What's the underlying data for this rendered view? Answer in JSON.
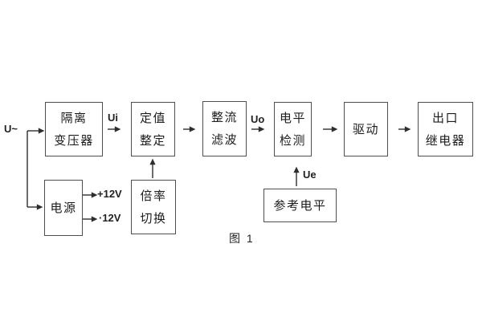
{
  "figure": {
    "caption": "图 1",
    "input_label": "U~",
    "signals": {
      "ui": "Ui",
      "uo": "Uo",
      "ue": "Ue",
      "rail_pos": "+12V",
      "rail_neg": "·12V"
    },
    "blocks": [
      {
        "name": "isolation-transformer",
        "lines": [
          "隔离",
          "变压器"
        ]
      },
      {
        "name": "setpoint-adjustment",
        "lines": [
          "定值",
          "整定"
        ]
      },
      {
        "name": "rectifier-filter",
        "lines": [
          "整流",
          "滤波"
        ]
      },
      {
        "name": "level-detection",
        "lines": [
          "电平",
          "检测"
        ]
      },
      {
        "name": "driver",
        "lines": [
          "驱动"
        ]
      },
      {
        "name": "output-relay",
        "lines": [
          "出口",
          "继电器"
        ]
      },
      {
        "name": "power-supply",
        "lines": [
          "电源"
        ]
      },
      {
        "name": "ratio-switching",
        "lines": [
          "倍率",
          "切换"
        ]
      },
      {
        "name": "reference-level",
        "lines": [
          "参考电平"
        ]
      }
    ],
    "colors": {
      "background": "#ffffff",
      "line": "#2e2e2e",
      "border": "#4f4f4f",
      "text": "#1c1c1c"
    }
  }
}
